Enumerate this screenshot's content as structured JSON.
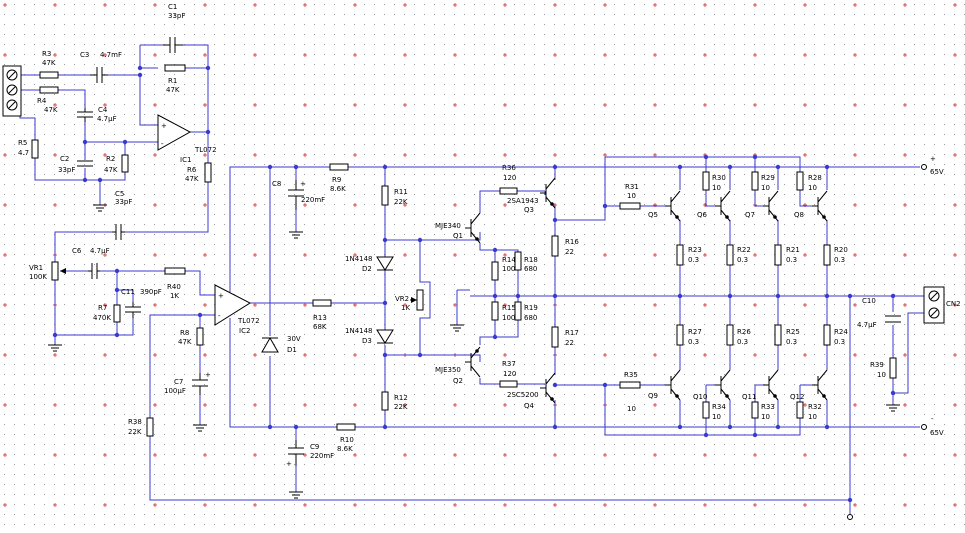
{
  "labels": {
    "R1": [
      "R1",
      "47K"
    ],
    "C1": [
      "C1",
      "33pF"
    ],
    "R3": [
      "R3",
      "47K"
    ],
    "C3": [
      "C3",
      "4.7mF"
    ],
    "R4": [
      "R4",
      "47K"
    ],
    "C4": [
      "C4",
      "4.7µF"
    ],
    "R5": [
      "R5",
      "4.7"
    ],
    "C2": [
      "C2",
      "33pF"
    ],
    "R2": [
      "R2",
      "47K"
    ],
    "C5": [
      "C5",
      "33pF"
    ],
    "IC1": [
      "TL072",
      "IC1"
    ],
    "R6": [
      "R6",
      "47K"
    ],
    "C6": [
      "C6",
      "4.7µF"
    ],
    "VR1": [
      "VR1",
      "100K"
    ],
    "R40": [
      "R40",
      "1K"
    ],
    "C11": [
      "C11",
      "390pF"
    ],
    "R7": [
      "R7",
      "470K"
    ],
    "R8": [
      "R8",
      "47K"
    ],
    "C7": [
      "C7",
      "100µF"
    ],
    "R38": [
      "R38",
      "22K"
    ],
    "IC2": [
      "TL072",
      "IC2"
    ],
    "C8": [
      "C8",
      "220mF"
    ],
    "R9": [
      "R9",
      "8.6K"
    ],
    "D1": [
      "30V",
      "D1"
    ],
    "C9": [
      "C9",
      "220mF"
    ],
    "R10": [
      "R10",
      "8.6K"
    ],
    "R13": [
      "R13",
      "68K"
    ],
    "R11": [
      "R11",
      "22K"
    ],
    "D2": [
      "1N4148",
      "D2"
    ],
    "D3": [
      "1N4148",
      "D3"
    ],
    "R12": [
      "R12",
      "22K"
    ],
    "VR2": [
      "VR2",
      "1K"
    ],
    "Q1": [
      "MJE340",
      "Q1"
    ],
    "Q2": [
      "MJE350",
      "Q2"
    ],
    "R14": [
      "R14",
      "100"
    ],
    "R15": [
      "R15",
      "100"
    ],
    "R18": [
      "R18",
      "680"
    ],
    "R19": [
      "R19",
      "680"
    ],
    "R36": [
      "R36",
      "120"
    ],
    "Q3": [
      "2SA1943",
      "Q3"
    ],
    "R37": [
      "R37",
      "120"
    ],
    "Q4": [
      "2SC5200",
      "Q4"
    ],
    "R16": [
      "R16",
      "22"
    ],
    "R17": [
      "R17",
      "22"
    ],
    "R31": [
      "R31",
      "10"
    ],
    "Q5": [
      "Q5"
    ],
    "R35": [
      "R35",
      "10"
    ],
    "Q9": [
      "Q9"
    ],
    "R30": [
      "R30",
      "10"
    ],
    "R29": [
      "R29",
      "10"
    ],
    "R28": [
      "R28",
      "10"
    ],
    "Q6": [
      "Q6"
    ],
    "Q7": [
      "Q7"
    ],
    "Q8": [
      "Q8"
    ],
    "R23": [
      "R23",
      "0.3"
    ],
    "R22": [
      "R22",
      "0.3"
    ],
    "R21": [
      "R21",
      "0.3"
    ],
    "R20": [
      "R20",
      "0.3"
    ],
    "R27": [
      "R27",
      "0.3"
    ],
    "R26": [
      "R26",
      "0.3"
    ],
    "R25": [
      "R25",
      "0.3"
    ],
    "R24": [
      "R24",
      "0.3"
    ],
    "Q10": [
      "Q10"
    ],
    "Q11": [
      "Q11"
    ],
    "Q12": [
      "Q12"
    ],
    "R34": [
      "R34",
      "10"
    ],
    "R33": [
      "R33",
      "10"
    ],
    "R32": [
      "R32",
      "10"
    ],
    "C10": [
      "C10",
      "4.7µF"
    ],
    "R39": [
      "R39",
      "10"
    ],
    "CN2": [
      "CN2"
    ],
    "VPOS": [
      "+",
      "65V"
    ],
    "VNEG": [
      "-",
      "65V"
    ]
  }
}
